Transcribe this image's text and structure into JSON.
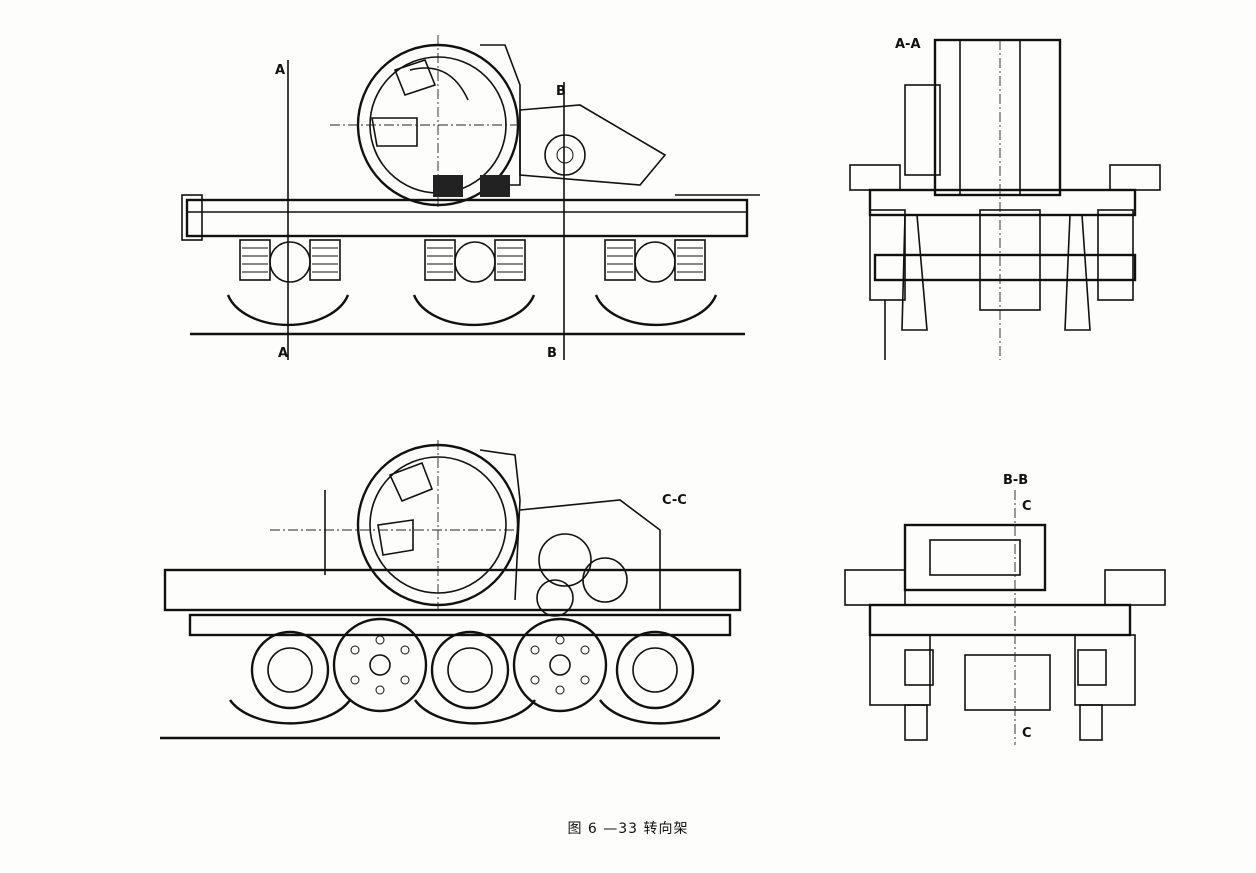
{
  "figure": {
    "caption": "图 6 —33   转向架"
  },
  "section_labels": {
    "a_top": "A",
    "a_bottom": "A",
    "b_top": "B",
    "b_bottom": "B",
    "view_aa": "A-A",
    "view_bb": "B-B",
    "view_cc": "C-C",
    "c_top": "C",
    "c_bottom": "C"
  }
}
